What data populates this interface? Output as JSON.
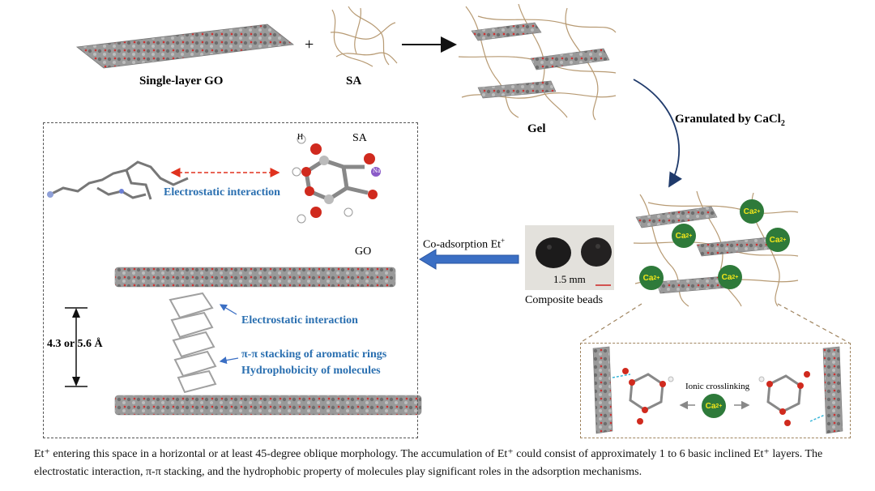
{
  "labels": {
    "single_layer_go": "Single-layer GO",
    "sa_top": "SA",
    "plus": "+",
    "gel": "Gel",
    "granulated": "Granulated by CaCl",
    "granulated_sub": "2",
    "sa_molecule": "SA",
    "h_atom": "H",
    "na_atom": "Na",
    "go_label": "GO",
    "electrostatic_top": "Electrostatic interaction",
    "electrostatic_mid": "Electrostatic interaction",
    "pi_stacking": "π-π stacking of aromatic rings",
    "hydrophobicity": "Hydrophobicity of molecules",
    "spacing": "4.3 or 5.6 Å",
    "co_adsorption": "Co-adsorption Et",
    "co_adsorption_sup": "+",
    "bead_scale": "1.5 mm",
    "composite_beads": "Composite beads",
    "ionic_crosslinking": "Ionic crosslinking",
    "ca_ion": "Ca",
    "ca_sup": "2+"
  },
  "caption": "Et⁺ entering this space in a horizontal or at least 45-degree oblique morphology. The accumulation of Et⁺ could consist of approximately 1 to 6 basic inclined Et⁺ layers. The electrostatic interaction, π-π stacking, and the hydrophobic property of molecules play significant roles in the adsorption mechanisms.",
  "colors": {
    "arrow_blue": "#3b6fc4",
    "text_blue": "#2a6fb0",
    "red_dashed": "#e0321e",
    "ca_green": "#2e7a3a",
    "ca_text": "#f2e61a",
    "fiber": "#b79a73"
  }
}
